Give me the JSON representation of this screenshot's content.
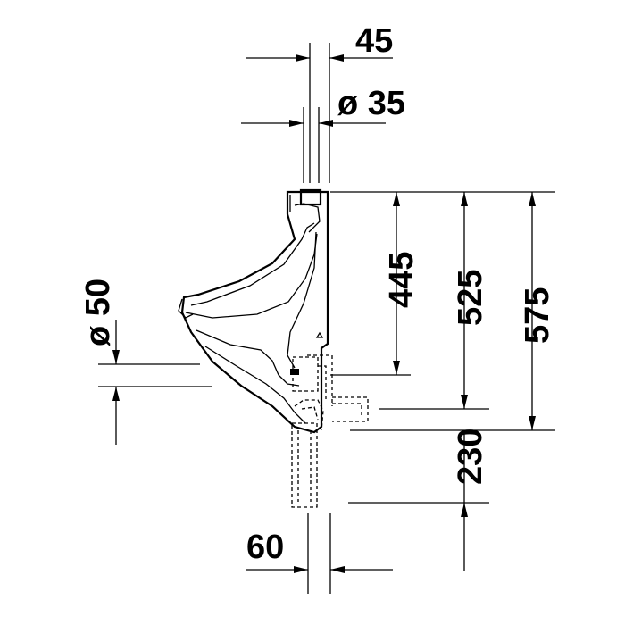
{
  "dimensions": {
    "top_gap": "45",
    "inlet_diameter": "ø 35",
    "height_445": "445",
    "height_525": "525",
    "height_575": "575",
    "outlet_diameter": "ø 50",
    "height_230": "230",
    "bottom_gap": "60"
  }
}
